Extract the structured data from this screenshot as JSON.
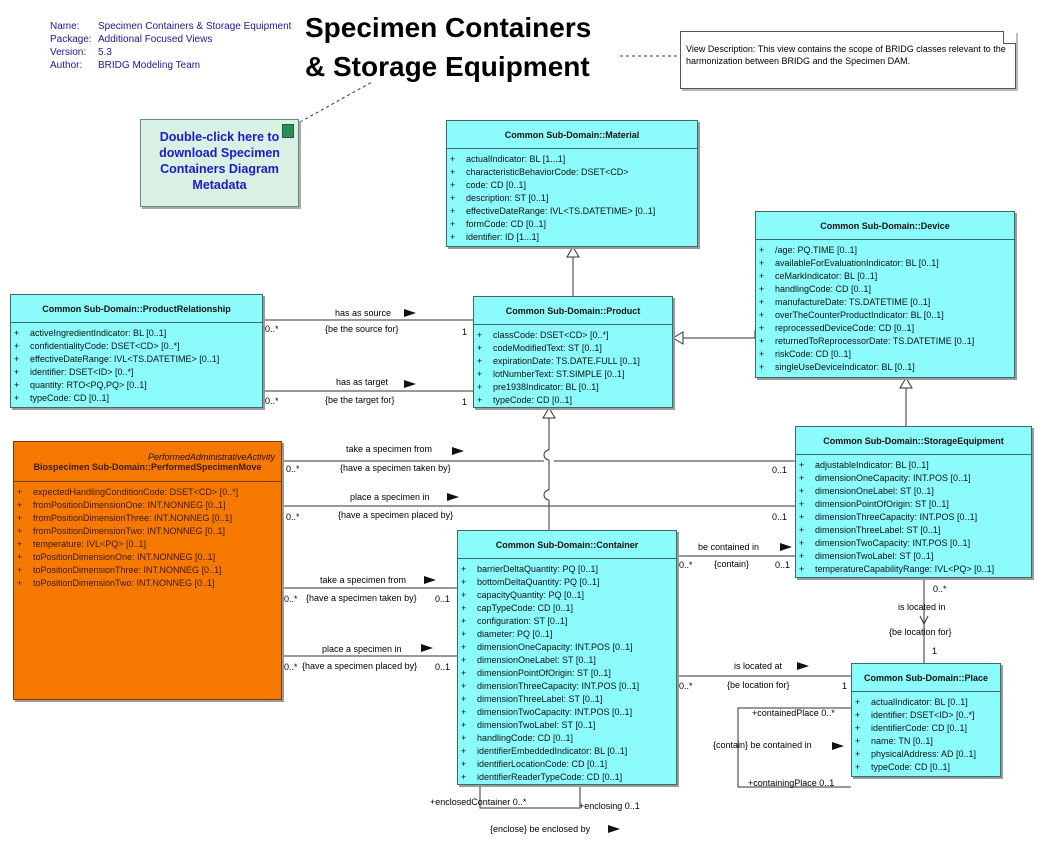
{
  "metadata": {
    "name_key": "Name:",
    "name": "Specimen Containers & Storage Equipment",
    "package_key": "Package:",
    "package": "Additional Focused Views",
    "version_key": "Version:",
    "version": "5.3",
    "author_key": "Author:",
    "author": "BRIDG Modeling Team"
  },
  "title_line1": "Specimen Containers",
  "title_line2": "& Storage Equipment",
  "note_text": "View Description:  This view contains the scope of BRIDG classes relevant to the harmonization between BRIDG and the Specimen DAM.",
  "download_link": {
    "l1": "Double-click here to",
    "l2": "download Specimen",
    "l3": "Containers Diagram",
    "l4": "Metadata"
  },
  "classes": {
    "material": {
      "title": "Common Sub-Domain::Material",
      "attrs": [
        "actualIndicator: BL [1...1]",
        "characteristicBehaviorCode: DSET<CD>",
        "code: CD [0..1]",
        "description: ST [0..1]",
        "effectiveDateRange: IVL<TS.DATETIME> [0..1]",
        "formCode: CD [0..1]",
        "identifier: ID [1...1]"
      ]
    },
    "device": {
      "title": "Common Sub-Domain::Device",
      "attrs": [
        "/age: PQ.TIME [0..1]",
        "availableForEvaluationIndicator: BL [0..1]",
        "ceMarkIndicator: BL [0..1]",
        "handlingCode: CD [0..1]",
        "manufactureDate: TS.DATETIME [0..1]",
        "overTheCounterProductIndicator: BL [0..1]",
        "reprocessedDeviceCode: CD [0..1]",
        "returnedToReprocessorDate: TS.DATETIME [0..1]",
        "riskCode: CD [0..1]",
        "singleUseDeviceIndicator: BL [0..1]"
      ]
    },
    "product_relationship": {
      "title": "Common Sub-Domain::ProductRelationship",
      "attrs": [
        "activeIngredientIndicator: BL [0..1]",
        "confidentialityCode: DSET<CD> [0..*]",
        "effectiveDateRange: IVL<TS.DATETIME> [0..1]",
        "identifier: DSET<ID> [0..*]",
        "quantity: RTO<PQ,PQ> [0..1]",
        "typeCode: CD [0..1]"
      ]
    },
    "product": {
      "title": "Common Sub-Domain::Product",
      "attrs": [
        "classCode: DSET<CD> [0..*]",
        "codeModifiedText: ST [0..1]",
        "expirationDate: TS.DATE.FULL [0..1]",
        "lotNumberText: ST.SIMPLE [0..1]",
        "pre1938Indicator: BL [0..1]",
        "typeCode: CD [0..1]"
      ]
    },
    "specimen_move": {
      "stereotype": "PerformedAdministrativeActivity",
      "title": "Biospecimen Sub-Domain::PerformedSpecimenMove",
      "attrs": [
        "expectedHandlingConditionCode: DSET<CD> [0..*]",
        "fromPositionDimensionOne: INT.NONNEG [0..1]",
        "fromPositionDimensionThree: INT.NONNEG [0..1]",
        "fromPositionDimensionTwo: INT.NONNEG [0..1]",
        "temperature: IVL<PQ> [0..1]",
        "toPositionDimensionOne: INT.NONNEG [0..1]",
        "toPositionDimensionThree: INT.NONNEG [0..1]",
        "toPositionDimensionTwo: INT.NONNEG [0..1]"
      ]
    },
    "storage_equipment": {
      "title": "Common Sub-Domain::StorageEquipment",
      "attrs": [
        "adjustableIndicator: BL [0..1]",
        "dimensionOneCapacity: INT.POS [0..1]",
        "dimensionOneLabel: ST [0..1]",
        "dimensionPointOfOrigin: ST [0..1]",
        "dimensionThreeCapacity: INT.POS [0..1]",
        "dimensionThreeLabel: ST [0..1]",
        "dimensionTwoCapacity: INT.POS [0..1]",
        "dimensionTwoLabel: ST [0..1]",
        "temperatureCapabilityRange: IVL<PQ> [0..1]"
      ]
    },
    "container": {
      "title": "Common Sub-Domain::Container",
      "attrs": [
        "barrierDeltaQuantity: PQ [0..1]",
        "bottomDeltaQuantity: PQ [0..1]",
        "capacityQuantity: PQ [0..1]",
        "capTypeCode: CD [0..1]",
        "configuration: ST [0..1]",
        "diameter: PQ [0..1]",
        "dimensionOneCapacity: INT.POS [0..1]",
        "dimensionOneLabel: ST [0..1]",
        "dimensionPointOfOrigin: ST [0..1]",
        "dimensionThreeCapacity: INT.POS [0..1]",
        "dimensionThreeLabel: ST [0..1]",
        "dimensionTwoCapacity: INT.POS [0..1]",
        "dimensionTwoLabel: ST [0..1]",
        "handlingCode: CD [0..1]",
        "identifierEmbeddedIndicator: BL [0..1]",
        "identifierLocationCode: CD [0..1]",
        "identifierReaderTypeCode: CD [0..1]"
      ]
    },
    "place": {
      "title": "Common Sub-Domain::Place",
      "attrs": [
        "actualIndicator: BL [0..1]",
        "identifier: DSET<ID> [0..*]",
        "identifierCode: CD [0..1]",
        "name: TN [0..1]",
        "physicalAddress: AD [0..1]",
        "typeCode: CD [0..1]"
      ]
    }
  },
  "associations": {
    "has_source": "has as source",
    "source_for": "{be the source for}",
    "has_target": "has as target",
    "target_for": "{be the target for}",
    "take_from": "take a specimen from",
    "taken_by": "{have a specimen taken by}",
    "place_in": "place a specimen in",
    "placed_by": "{have a specimen placed by}",
    "take_from2": "take a specimen from",
    "taken_by2": "{have a specimen taken by}",
    "place_in2": "place a specimen in",
    "placed_by2": "{have a specimen placed by}",
    "contained_in": "be contained in",
    "contain": "{contain}",
    "located_at": "is located at",
    "location_for": "{be location for}",
    "located_in": "is located in",
    "location_for2": "{be location for}",
    "contain_be_contained": "{contain} be contained in",
    "contained_place": "+containedPlace 0..*",
    "containing_place": "+containingPlace 0..1",
    "enclosed_container": "+enclosedContainer 0..*",
    "enclosing": "+enclosing 0..1",
    "enclose": "{enclose} be enclosed by"
  },
  "multiplicities": {
    "pr_src": "0..*",
    "p_src": "1",
    "pr_tgt": "0..*",
    "p_tgt": "1",
    "m_take": "0..*",
    "se_take": "0..1",
    "m_place": "0..*",
    "se_place": "0..1",
    "m_take2": "0..*",
    "c_take": "0..1",
    "m_place2": "0..*",
    "c_place": "0..1",
    "c_contained": "0..*",
    "se_contained": "0..1",
    "c_located": "0..*",
    "pl_located": "1",
    "se_located": "0..*",
    "pl_located2": "1"
  }
}
